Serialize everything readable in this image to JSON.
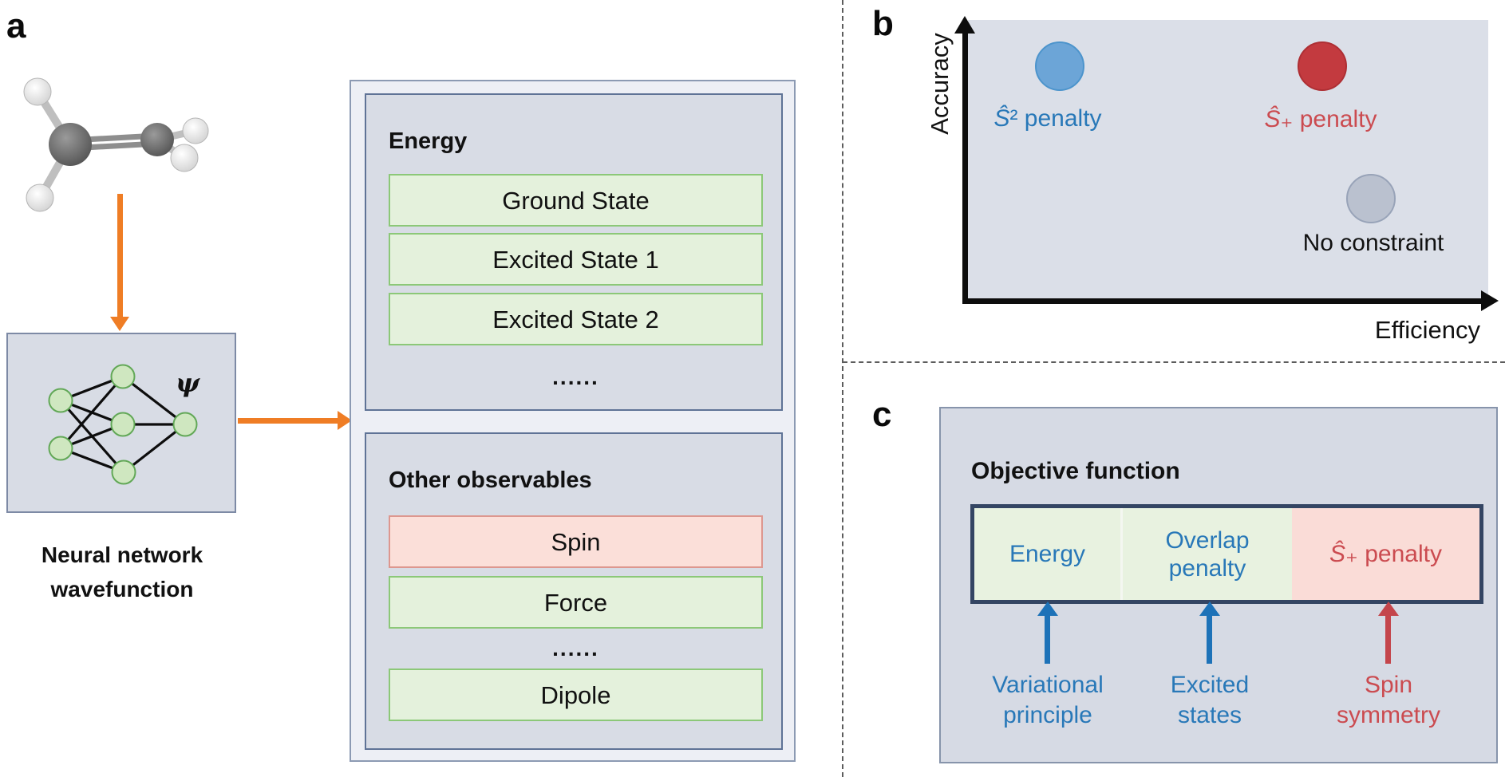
{
  "colors": {
    "orange_arrow": "#ef7d25",
    "box_fill": "#d8dce5",
    "outer_fill": "#edeff5",
    "green_row": "#e4f1dc",
    "pink_row": "#fbdfd9",
    "navy_border": "#344563",
    "blue_accent": "#2878b8",
    "red_accent": "#cb4b50",
    "blue_dot": "#6ca5d7",
    "red_dot": "#c33a3f",
    "gray_dot": "#bac1cf"
  },
  "panel_a": {
    "label": "a",
    "molecule": "ethylene-ball-and-stick",
    "psi": "ψ",
    "caption": [
      "Neural network",
      "wavefunction"
    ],
    "energy": {
      "title": "Energy",
      "rows": [
        "Ground State",
        "Excited State 1",
        "Excited State 2"
      ],
      "ellipsis": "......"
    },
    "observables": {
      "title": "Other observables",
      "spin": "Spin",
      "force": "Force",
      "ellipsis": "......",
      "dipole": "Dipole"
    }
  },
  "panel_b": {
    "label": "b",
    "y_axis": "Accuracy",
    "x_axis": "Efficiency",
    "points": [
      {
        "name": "Ŝ² penalty",
        "color": "#6ca5d7",
        "accuracy": "high",
        "efficiency": "low"
      },
      {
        "name": "Ŝ₊ penalty",
        "color": "#c33a3f",
        "accuracy": "high",
        "efficiency": "high"
      },
      {
        "name": "No constraint",
        "color": "#bac1cf",
        "accuracy": "medium",
        "efficiency": "high"
      }
    ]
  },
  "panel_c": {
    "label": "c",
    "title": "Objective function",
    "segments": [
      [
        "Energy"
      ],
      [
        "Overlap",
        "penalty"
      ],
      [
        "Ŝ₊ penalty"
      ]
    ],
    "annotations": [
      {
        "line1": "Variational",
        "line2": "principle"
      },
      {
        "line1": "Excited",
        "line2": "states"
      },
      {
        "line1": "Spin",
        "line2": "symmetry"
      }
    ]
  }
}
